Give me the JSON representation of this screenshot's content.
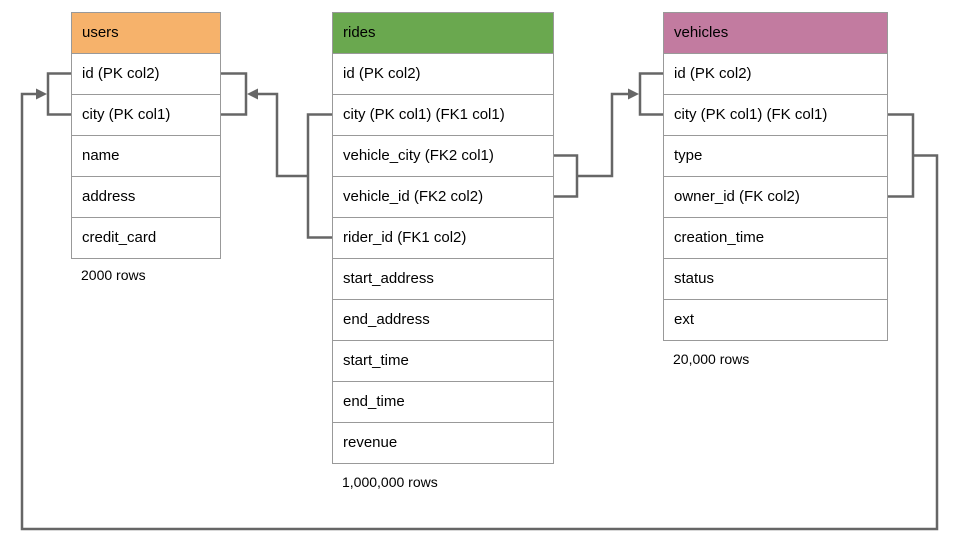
{
  "diagram": {
    "colors": {
      "background": "#ffffff",
      "text": "#000000",
      "table_border": "#999999",
      "connector": "#666666"
    },
    "tables": [
      {
        "name": "users",
        "header_color": "#f6b26b",
        "columns": [
          "id (PK col2)",
          "city (PK col1)",
          "name",
          "address",
          "credit_card"
        ],
        "row_count_label": "2000 rows"
      },
      {
        "name": "rides",
        "header_color": "#6aa84f",
        "columns": [
          "id (PK col2)",
          "city (PK col1) (FK1 col1)",
          "vehicle_city (FK2 col1)",
          "vehicle_id (FK2 col2)",
          "rider_id (FK1 col2)",
          "start_address",
          "end_address",
          "start_time",
          "end_time",
          "revenue"
        ],
        "row_count_label": "1,000,000 rows"
      },
      {
        "name": "vehicles",
        "header_color": "#c27ba0",
        "columns": [
          "id (PK col2)",
          "city (PK col1) (FK col1)",
          "type",
          "owner_id (FK col2)",
          "creation_time",
          "status",
          "ext"
        ],
        "row_count_label": "20,000 rows"
      }
    ],
    "relationships": [
      {
        "from_table": "rides",
        "from_columns": [
          "city (FK1 col1)",
          "rider_id (FK1 col2)"
        ],
        "to_table": "users",
        "to_columns": [
          "id (PK col2)",
          "city (PK col1)"
        ]
      },
      {
        "from_table": "rides",
        "from_columns": [
          "vehicle_city (FK2 col1)",
          "vehicle_id (FK2 col2)"
        ],
        "to_table": "vehicles",
        "to_columns": [
          "id (PK col2)",
          "city (PK col1)"
        ]
      },
      {
        "from_table": "vehicles",
        "from_columns": [
          "city (FK col1)",
          "owner_id (FK col2)"
        ],
        "to_table": "users",
        "to_columns": [
          "id (PK col2)",
          "city (PK col1)"
        ]
      }
    ]
  }
}
